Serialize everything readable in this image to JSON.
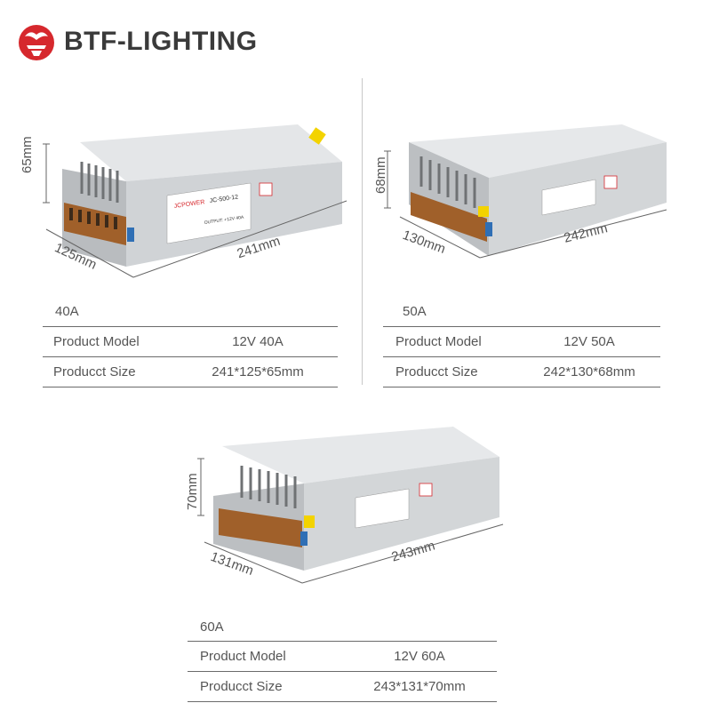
{
  "brand": {
    "name": "BTF-LIGHTING",
    "accent_color": "#d6282d",
    "logo_icon": "btf-logo-icon"
  },
  "products": [
    {
      "amperage": "40A",
      "dimensions": {
        "width": "241mm",
        "depth": "125mm",
        "height": "65mm"
      },
      "label_text": {
        "brand": "JCPOWER",
        "model": "JC-500-12",
        "output": "OUTPUT: +12V 40A"
      },
      "rows": [
        {
          "label": "Product Model",
          "value": "12V 40A"
        },
        {
          "label": "Producct Size",
          "value": "241*125*65mm"
        }
      ]
    },
    {
      "amperage": "50A",
      "dimensions": {
        "width": "242mm",
        "depth": "130mm",
        "height": "68mm"
      },
      "rows": [
        {
          "label": "Product Model",
          "value": "12V 50A"
        },
        {
          "label": "Producct Size",
          "value": "242*130*68mm"
        }
      ]
    },
    {
      "amperage": "60A",
      "dimensions": {
        "width": "243mm",
        "depth": "131mm",
        "height": "70mm"
      },
      "rows": [
        {
          "label": "Product Model",
          "value": "12V 60A"
        },
        {
          "label": "Producct Size",
          "value": "243*131*70mm"
        }
      ]
    }
  ]
}
